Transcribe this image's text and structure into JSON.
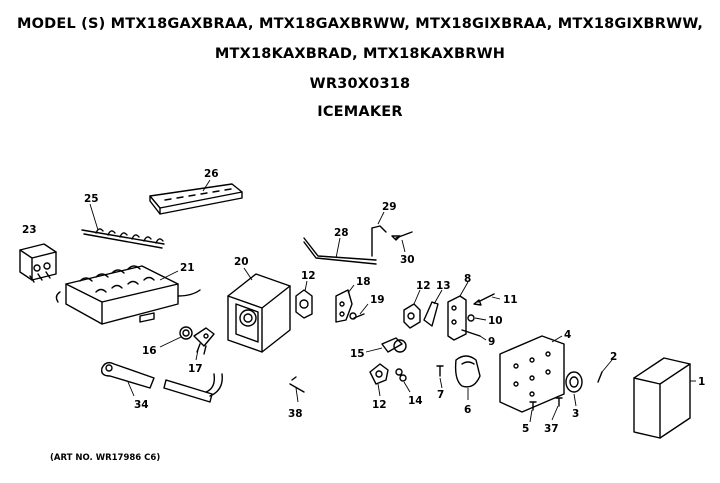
{
  "header": {
    "line1": "MODEL (S) MTX18GAXBRAA, MTX18GAXBRWW, MTX18GIXBRAA, MTX18GIXBRWW,",
    "line2": "MTX18KAXBRAD, MTX18KAXBRWH",
    "part_number": "WR30X0318",
    "title": "ICEMAKER"
  },
  "art_number": "(ART NO. WR17986 C6)",
  "parts": {
    "p1": "1",
    "p2": "2",
    "p3": "3",
    "p4": "4",
    "p5": "5",
    "p6": "6",
    "p7": "7",
    "p8": "8",
    "p9": "9",
    "p10": "10",
    "p11": "11",
    "p12a": "12",
    "p12b": "12",
    "p12c": "12",
    "p13": "13",
    "p14": "14",
    "p15": "15",
    "p16": "16",
    "p17": "17",
    "p18": "18",
    "p19": "19",
    "p20": "20",
    "p21": "21",
    "p23": "23",
    "p25": "25",
    "p26": "26",
    "p28": "28",
    "p29": "29",
    "p30": "30",
    "p34": "34",
    "p37": "37",
    "p38": "38"
  }
}
